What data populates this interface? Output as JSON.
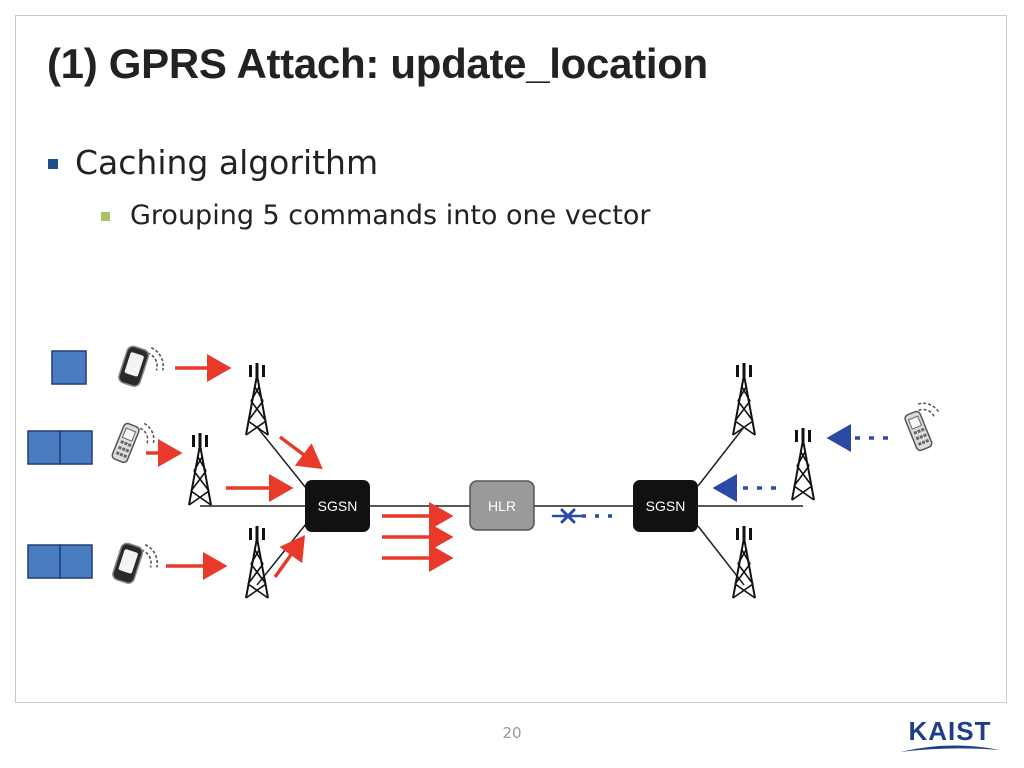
{
  "slide": {
    "title": "(1) GPRS Attach: update_location",
    "bullets": [
      {
        "text": "Caching algorithm",
        "level": 1,
        "marker_color": "#1f4e8c"
      },
      {
        "text": "Grouping 5 commands into one vector",
        "level": 2,
        "marker_color": "#a9c26a"
      }
    ],
    "page_number": "20",
    "logo_text": "KAIST"
  },
  "diagram": {
    "nodes": {
      "sgsn_left": "SGSN",
      "hlr": "HLR",
      "sgsn_right": "SGSN"
    },
    "colors": {
      "request_arrow": "#e8392b",
      "blocked_arrow": "#2b4aa6",
      "command_box": "#4a7cc2",
      "node_dark": "#111111",
      "node_hlr": "#9a9a9a",
      "logo": "#1e3f88"
    },
    "icons": [
      "cell-tower-icon",
      "mobile-phone-icon",
      "command-block-icon",
      "cross-mark-icon"
    ]
  }
}
